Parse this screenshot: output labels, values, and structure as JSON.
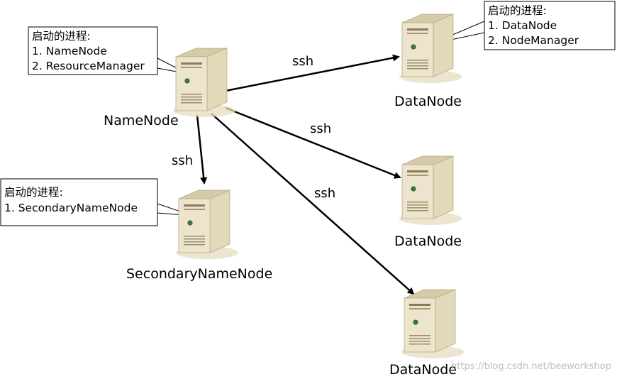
{
  "nodes": {
    "namenode": {
      "label": "NameNode"
    },
    "secondary": {
      "label": "SecondaryNameNode"
    },
    "datanode1": {
      "label": "DataNode"
    },
    "datanode2": {
      "label": "DataNode"
    },
    "datanode3": {
      "label": "DataNode"
    }
  },
  "edges": {
    "to_secondary": {
      "label": "ssh"
    },
    "to_datanode1": {
      "label": "ssh"
    },
    "to_datanode2": {
      "label": "ssh"
    },
    "to_datanode3": {
      "label": "ssh"
    }
  },
  "callouts": {
    "namenode": {
      "title": "启动的进程:",
      "lines": [
        "1. NameNode",
        "2. ResourceManager"
      ]
    },
    "secondary": {
      "title": "启动的进程:",
      "lines": [
        "1. SecondaryNameNode"
      ]
    },
    "datanode": {
      "title": "启动的进程:",
      "lines": [
        "1. DataNode",
        "2. NodeManager"
      ]
    }
  },
  "watermark": "https://blog.csdn.net/beeworkshop",
  "colors": {
    "server_front": "#e9e0c6",
    "server_side": "#c9b98f",
    "server_shadow": "#ddd3b6",
    "accent_green": "#3a7a3a"
  }
}
